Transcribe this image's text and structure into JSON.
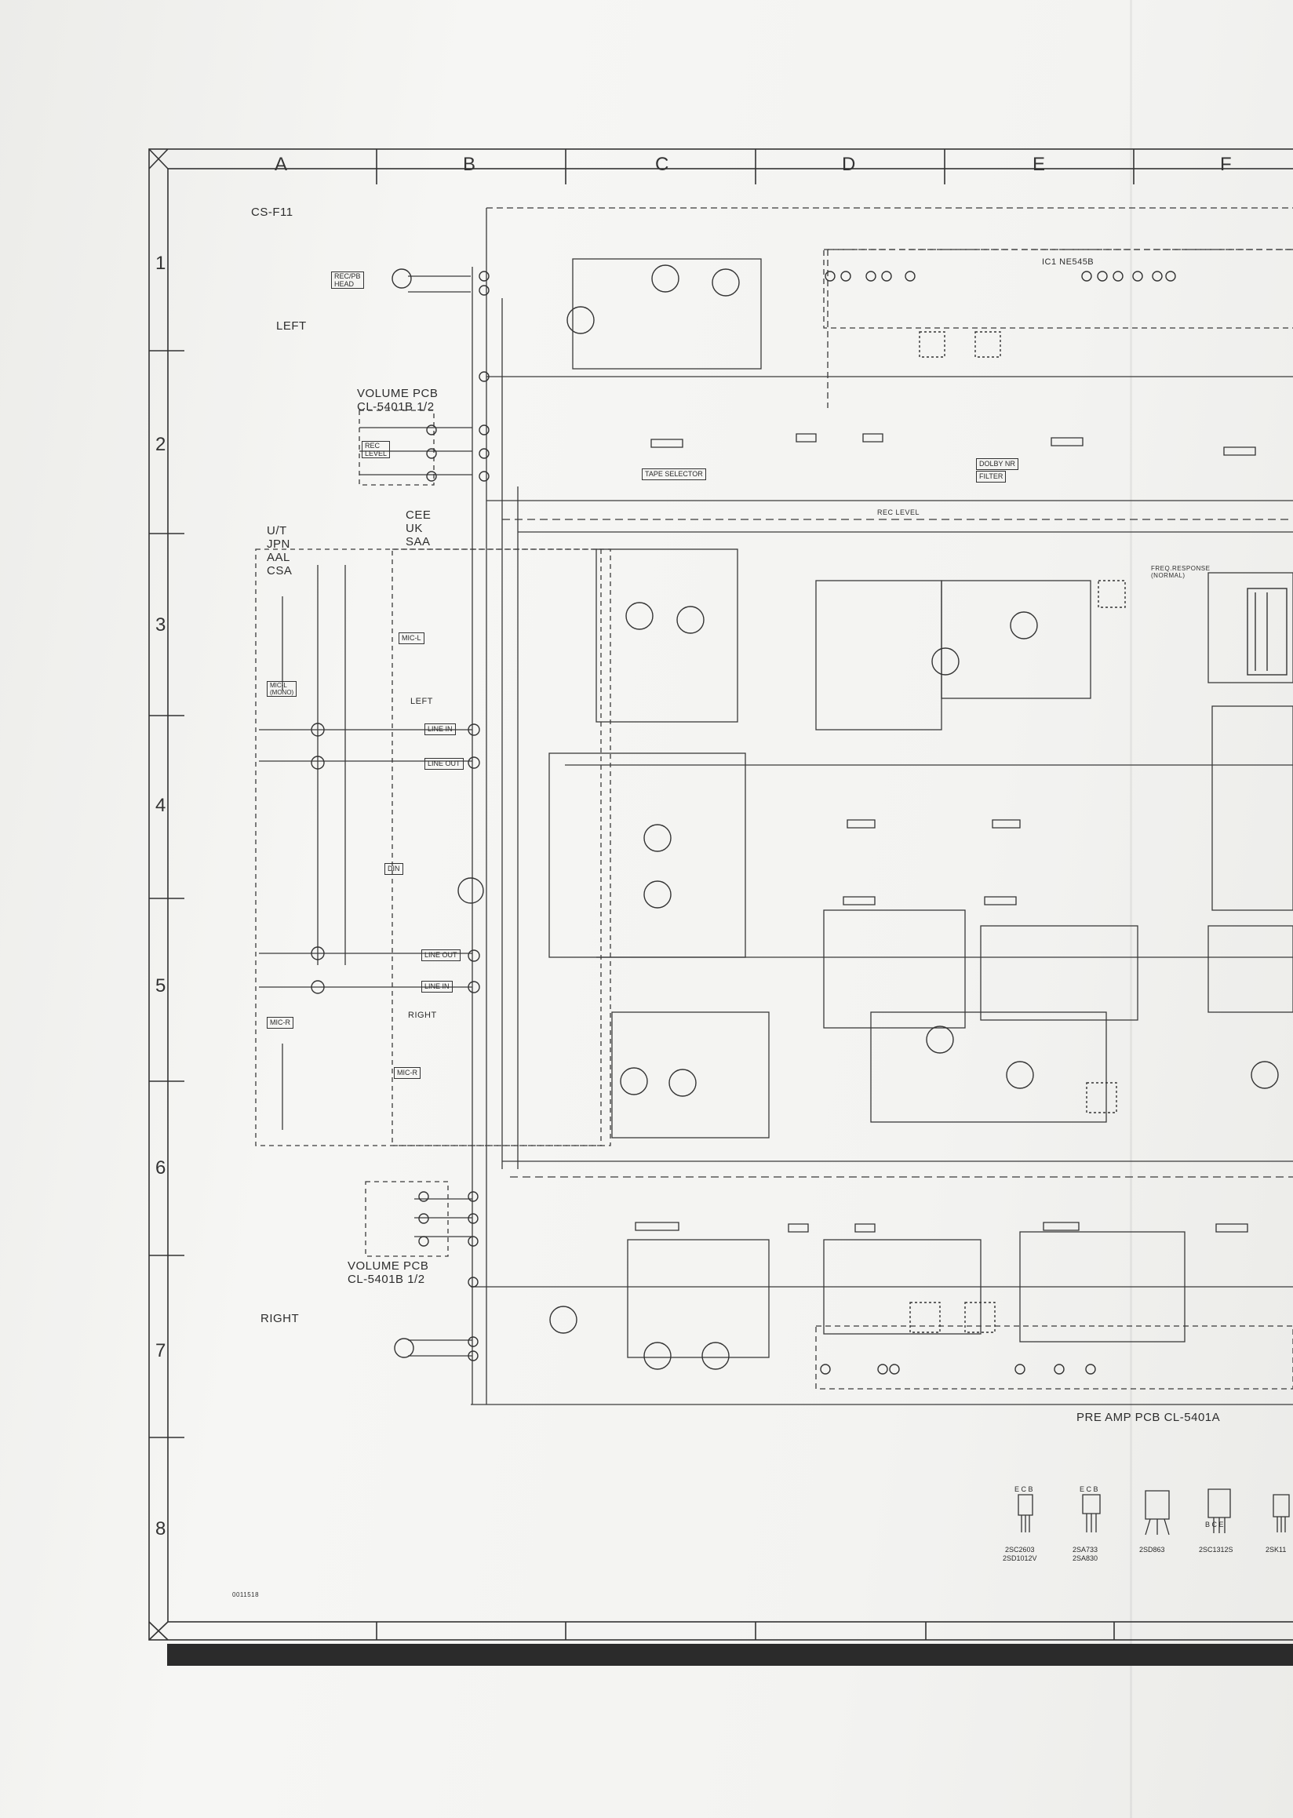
{
  "sheet": {
    "model": "CS-F11",
    "columns": [
      "A",
      "B",
      "C",
      "D",
      "E",
      "F"
    ],
    "rows": [
      "1",
      "2",
      "3",
      "4",
      "5",
      "6",
      "7",
      "8"
    ],
    "pcb_main": "PRE AMP PCB CL-5401A",
    "pcb_volume_top": "VOLUME PCB\nCL-5401B 1/2",
    "pcb_volume_bottom": "VOLUME PCB\nCL-5401B 1/2",
    "code": "0011518"
  },
  "labels": {
    "left": "LEFT",
    "right": "RIGHT",
    "left_small": "LEFT",
    "right_small": "RIGHT",
    "region_a": "U/T\nJPN\nAAL\nCSA",
    "region_b": "CEE\nUK\nSAA",
    "ic1": "IC1 NE545B",
    "tape_selector": "TAPE SELECTOR",
    "dolby_nr": "DOLBY NR",
    "filter": "FILTER",
    "rec_level": "REC LEVEL",
    "freq_response": "FREQ.RESPONSE\n(NORMAL)"
  },
  "boxes": {
    "rec_pb_head": "REC/PB\nHEAD",
    "rec_level": "REC\nLEVEL",
    "mic_l": "MIC-L",
    "mic_l_mono": "MIC-L\n(MONO)",
    "line_in_top": "LINE IN",
    "line_out_top": "LINE OUT",
    "din": "DIN",
    "line_out_bottom": "LINE OUT",
    "line_in_bottom": "LINE IN",
    "mic_r": "MIC-R",
    "mic_r_jack": "MIC-R"
  },
  "transistors": [
    {
      "type": "2SC2603\n2SD1012V",
      "pins": "E C B"
    },
    {
      "type": "2SA733\n2SA830",
      "pins": "E C B"
    },
    {
      "type": "2SD863",
      "pins": ""
    },
    {
      "type": "2SC1312S",
      "pins": "B C E"
    },
    {
      "type": "2SK11",
      "pins": ""
    }
  ],
  "colors": {
    "ink": "#333333",
    "paper": "#f4f4f2"
  }
}
